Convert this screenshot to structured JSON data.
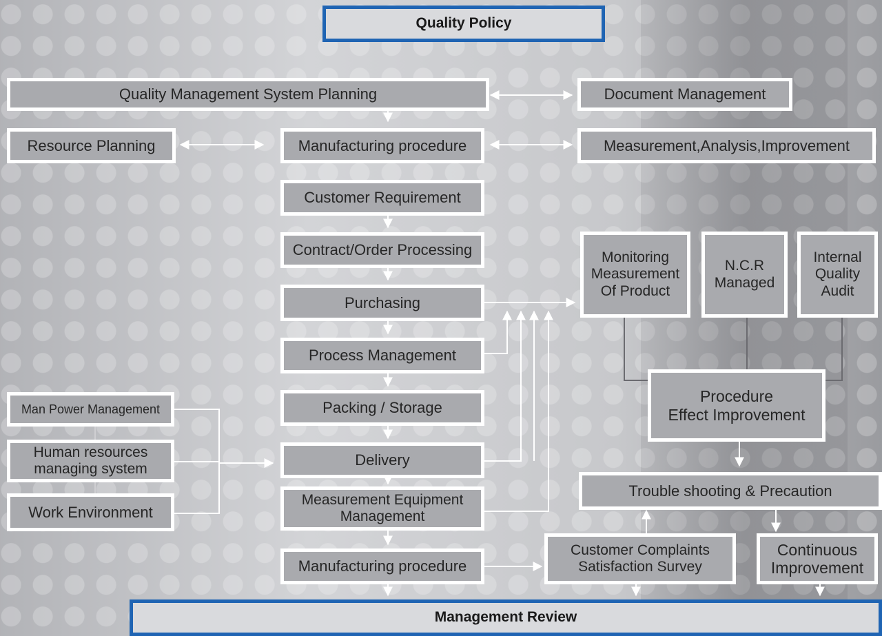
{
  "nodes": {
    "quality_policy": "Quality Policy",
    "qms_planning": "Quality Management System Planning",
    "document_management": "Document Management",
    "resource_planning": "Resource Planning",
    "manufacturing_procedure_top": "Manufacturing procedure",
    "measurement_analysis": "Measurement,Analysis,Improvement",
    "customer_requirement": "Customer Requirement",
    "contract_order": "Contract/Order Processing",
    "purchasing": "Purchasing",
    "process_management": "Process Management",
    "packing_storage": "Packing / Storage",
    "delivery": "Delivery",
    "measurement_equipment": "Measurement Equipment\nManagement",
    "manufacturing_procedure_bottom": "Manufacturing procedure",
    "man_power": "Man Power Management",
    "human_resources": "Human resources\nmanaging system",
    "work_environment": "Work Environment",
    "monitoring": "Monitoring\nMeasurement\nOf Product",
    "ncr": "N.C.R\nManaged",
    "internal_audit": "Internal\nQuality\nAudit",
    "procedure_effect": "Procedure\nEffect Improvement",
    "trouble_shooting": "Trouble shooting & Precaution",
    "customer_complaints": "Customer Complaints\nSatisfaction Survey",
    "continuous_improvement": "Continuous\nImprovement",
    "management_review": "Management Review"
  },
  "colors": {
    "accent_border": "#1f64b3",
    "box_fill": "#a9aaae",
    "line": "#ffffff"
  }
}
